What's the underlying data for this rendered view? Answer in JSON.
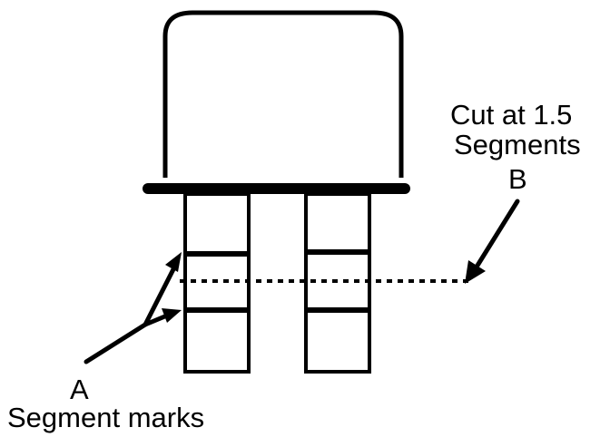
{
  "labels": {
    "cut_line1": "Cut at 1.5",
    "cut_line2": "Segments",
    "b": "B",
    "a": "A",
    "segment_marks": "Segment marks"
  },
  "colors": {
    "ink": "#000000",
    "paper": "#ffffff"
  }
}
